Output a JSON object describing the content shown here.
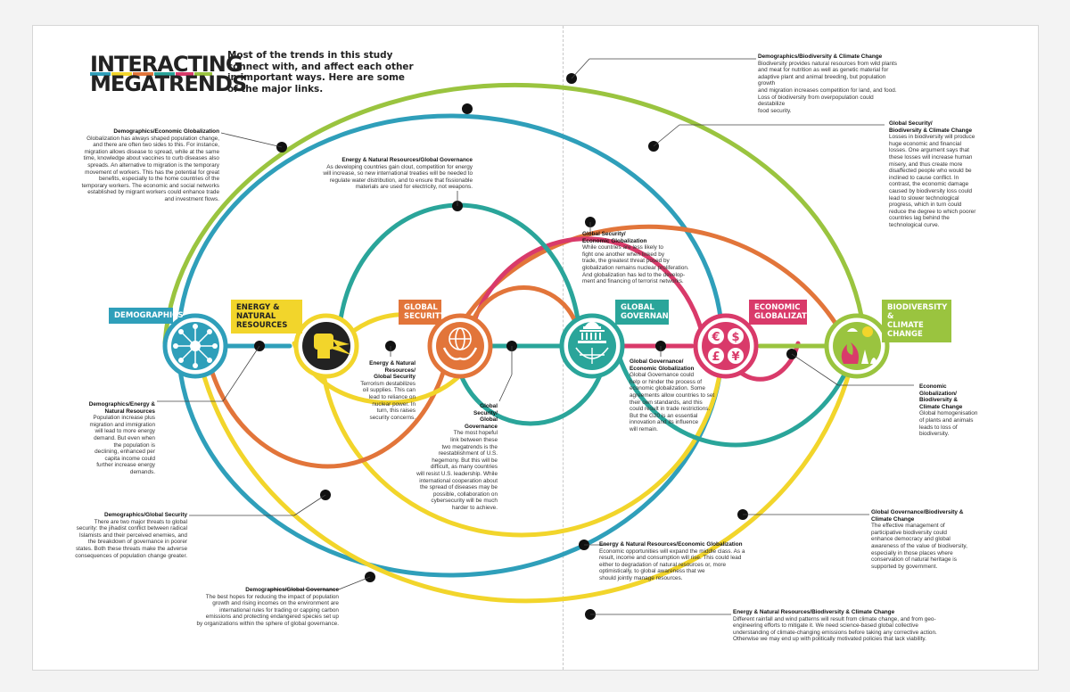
{
  "title": {
    "line1": "INTERACTING",
    "line2": "MEGATRENDS",
    "intro": "Most of the trends in this study connect with, and affect each other in important ways. Here are some of the major links."
  },
  "colors": {
    "demographics": "#2f9fba",
    "energy": "#f2d52b",
    "security": "#e2753a",
    "governance": "#2aa59a",
    "economic": "#d93a6a",
    "biodiversity": "#9ac43f"
  },
  "nodes": [
    {
      "key": "demographics",
      "label": [
        "DEMOGRAPHICS"
      ],
      "icon": "people-network-icon"
    },
    {
      "key": "energy",
      "label": [
        "ENERGY & NATURAL",
        "RESOURCES"
      ],
      "icon": "fist-lightning-icon"
    },
    {
      "key": "security",
      "label": [
        "GLOBAL",
        "SECURITY"
      ],
      "icon": "hands-globe-icon"
    },
    {
      "key": "governance",
      "label": [
        "GLOBAL",
        "GOVERNANCE"
      ],
      "icon": "capitol-globe-icon"
    },
    {
      "key": "economic",
      "label": [
        "ECONOMIC",
        "GLOBALIZATION"
      ],
      "icon": "currency-icon"
    },
    {
      "key": "biodiversity",
      "label": [
        "BIODIVERSITY &",
        "CLIMATE CHANGE"
      ],
      "icon": "nature-fire-icon"
    }
  ],
  "annotations": {
    "dem_econ": {
      "heading": "Demographics/Economic Globalization",
      "lines": [
        "Globalization has always shaped population change,",
        "and there are often two sides to this. For instance,",
        "migration allows disease to spread, while at the same",
        "time, knowledge about vaccines to curb diseases also",
        "spreads. An alternative to migration is the temporary",
        "movement of workers. This has the potential for great",
        "benefits, especially to the home countries of the",
        "temporary workers. The economic and social networks",
        "established by migrant workers could enhance trade",
        "and investment flows."
      ]
    },
    "energy_gov": {
      "heading": "Energy & Natural Resources/Global Governance",
      "lines": [
        "As developing countries gain clout, competition for energy",
        "will increase, so new international treaties will be needed to",
        "regulate water distribution, and to ensure that fissionable",
        "materials are used for electricity, not weapons."
      ]
    },
    "dem_bio": {
      "heading": "Demographics/Biodiversity & Climate Change",
      "lines": [
        "Biodiversity provides natural resources from wild plants",
        "and meat for nutrition as well as genetic material for",
        "adaptive plant and animal breeding, but population growth",
        "and migration increases competition for land, and food.",
        "Loss of biodiversity from overpopulation could destabilize",
        "food security."
      ]
    },
    "sec_bio": {
      "heading": [
        "Global Security/",
        "Biodiversity & Climate Change"
      ],
      "lines": [
        "Losses in biodiversity will produce",
        "huge economic and financial",
        "losses. One argument says that",
        "these losses will increase human",
        "misery, and thus create more",
        "disaffected people who would be",
        "inclined to cause conflict. In",
        "contrast, the economic damage",
        "caused by biodiversity loss could",
        "lead to slower technological",
        "progress, which in turn could",
        "reduce the degree to which poorer",
        "countries lag behind the",
        "technological curve."
      ]
    },
    "sec_econ": {
      "heading": [
        "Global Security/",
        "Economic Globalization"
      ],
      "lines": [
        "While countries are less likely to",
        "fight one another when linked by",
        "trade, the greatest threat posed by",
        "globalization remains nuclear proliferation.",
        "And globalization has led to the develop-",
        "ment and financing of terrorist networks."
      ]
    },
    "energy_sec": {
      "heading": [
        "Energy & Natural",
        "Resources/",
        "Global Security"
      ],
      "lines": [
        "Terrorism destabilizes",
        "oil supplies. This can",
        "lead to reliance on",
        "nuclear power. In",
        "turn, this raises",
        "security concerns."
      ]
    },
    "gov_econ": {
      "heading": [
        "Global Governance/",
        "Economic Globalization"
      ],
      "lines": [
        "Global Governance could",
        "help or hinder the process of",
        "economic globalization. Some",
        "agreements allow countries to set",
        "their own standards, and this",
        "could result in trade restrictions.",
        "But the G20 is an essential",
        "innovation and its influence",
        "will remain."
      ]
    },
    "econ_bio": {
      "heading": [
        "Economic",
        "Globalization/",
        "Biodiversity &",
        "Climate Change"
      ],
      "lines": [
        "Global homogenisation",
        "of plants and animals",
        "leads to loss of",
        "biodiversity."
      ]
    },
    "dem_energy": {
      "heading": [
        "Demographics/Energy &",
        "Natural Resources"
      ],
      "lines": [
        "Population increase plus",
        "migration and immigration",
        "will lead to more energy",
        "demand. But even when",
        "the population is",
        "declining, enhanced per",
        "capita income could",
        "further increase energy",
        "demands."
      ]
    },
    "sec_gov": {
      "heading": [
        "Global",
        "Security/",
        "Global",
        "Governance"
      ],
      "lines": [
        "The most hopeful",
        "link between these",
        "two megatrends is the",
        "reestablishment of U.S.",
        "hegemony. But this will be",
        "difficult, as many countries",
        "will resist U.S. leadership. While",
        "international cooperation about",
        "the spread of diseases may be",
        "possible, collaboration on",
        "cybersecurity will be much",
        "harder to achieve."
      ]
    },
    "dem_sec": {
      "heading": "Demographics/Global Security",
      "lines": [
        "There are two major threats to global",
        "security: the jihadist conflict between radical",
        "Islamists and their perceived enemies, and",
        "the breakdown of governance in poorer",
        "states. Both these threats make the adverse",
        "consequences of population change greater."
      ]
    },
    "gov_bio": {
      "heading": [
        "Global Governance/Biodiversity &",
        "Climate Change"
      ],
      "lines": [
        "The effective management of",
        "participative biodiversity could",
        "enhance democracy and global",
        "awareness of the value of biodiversity,",
        "especially in those places where",
        "conservation of natural heritage is",
        "supported by government."
      ]
    },
    "energy_econ": {
      "heading": "Energy & Natural Resources/Economic Globalization",
      "lines": [
        "Economic opportunities will expand the middle class. As a",
        "result, income and consumption will rise. This could lead",
        "either to degradation of natural resources or, more",
        "optimistically, to global awareness that we",
        "should jointly manage resources."
      ]
    },
    "dem_gov": {
      "heading": "Demographics/Global Governance",
      "lines": [
        "The best hopes for reducing the impact of population",
        "growth and rising incomes on the environment are",
        "international rules for trading or capping carbon",
        "emissions and protecting endangered species set up",
        "by organizations within the sphere of global governance."
      ]
    },
    "energy_bio": {
      "heading": "Energy & Natural Resources/Biodiversity & Climate Change",
      "lines": [
        "Different rainfall and wind patterns will result from climate change, and from geo-",
        "engineering efforts to mitigate it. We need science-based global collective",
        "understanding of climate-changing emissions before taking any corrective action.",
        "Otherwise we may end up with politically motivated policies that lack viability."
      ]
    }
  }
}
